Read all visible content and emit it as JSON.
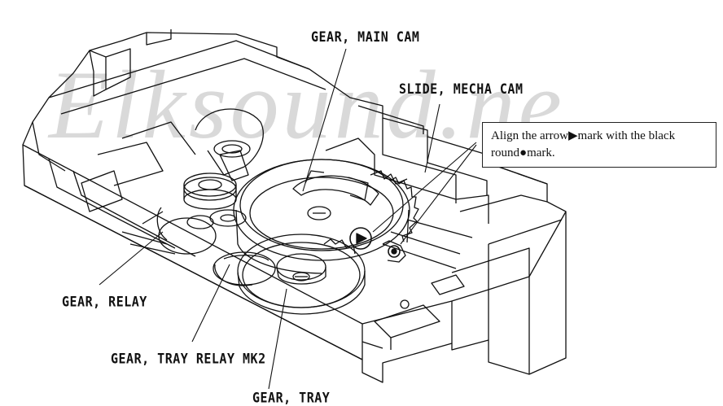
{
  "watermark": "Elksound.ne",
  "labels": {
    "gear_main_cam": "GEAR, MAIN CAM",
    "slide_mecha_cam": "SLIDE, MECHA CAM",
    "gear_relay": "GEAR, RELAY",
    "gear_tray_relay": "GEAR, TRAY RELAY MK2",
    "gear_tray": "GEAR, TRAY"
  },
  "note": {
    "before_arrow": "Align the arrow",
    "arrow_symbol": "▶",
    "mid": "mark with the black round",
    "dot_symbol": "●",
    "after_dot": "mark."
  }
}
